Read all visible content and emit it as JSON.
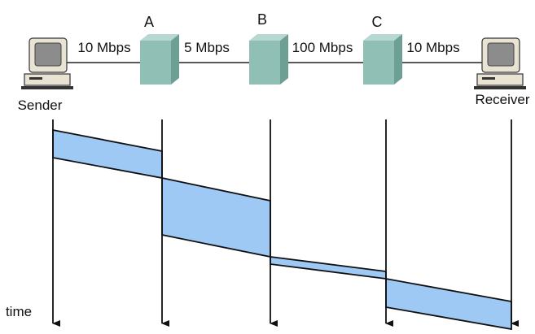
{
  "endpoints": {
    "sender": "Sender",
    "receiver": "Receiver"
  },
  "routers": [
    {
      "id": "A",
      "label": "A"
    },
    {
      "id": "B",
      "label": "B"
    },
    {
      "id": "C",
      "label": "C"
    }
  ],
  "links": [
    {
      "from": "Sender",
      "to": "A",
      "rate": "10 Mbps"
    },
    {
      "from": "A",
      "to": "B",
      "rate": "5 Mbps"
    },
    {
      "from": "B",
      "to": "C",
      "rate": "100 Mbps"
    },
    {
      "from": "C",
      "to": "Receiver",
      "rate": "10 Mbps"
    }
  ],
  "time_axis_label": "time",
  "colors": {
    "packet_fill": "#9ec9f5",
    "router_face": "#8fbfb5",
    "router_side": "#6e9f95",
    "computer_screen": "#8c8c8c",
    "line": "#111111"
  },
  "icons": {
    "sender": "computer-icon",
    "receiver": "computer-icon",
    "routers": "router-box-icon"
  }
}
